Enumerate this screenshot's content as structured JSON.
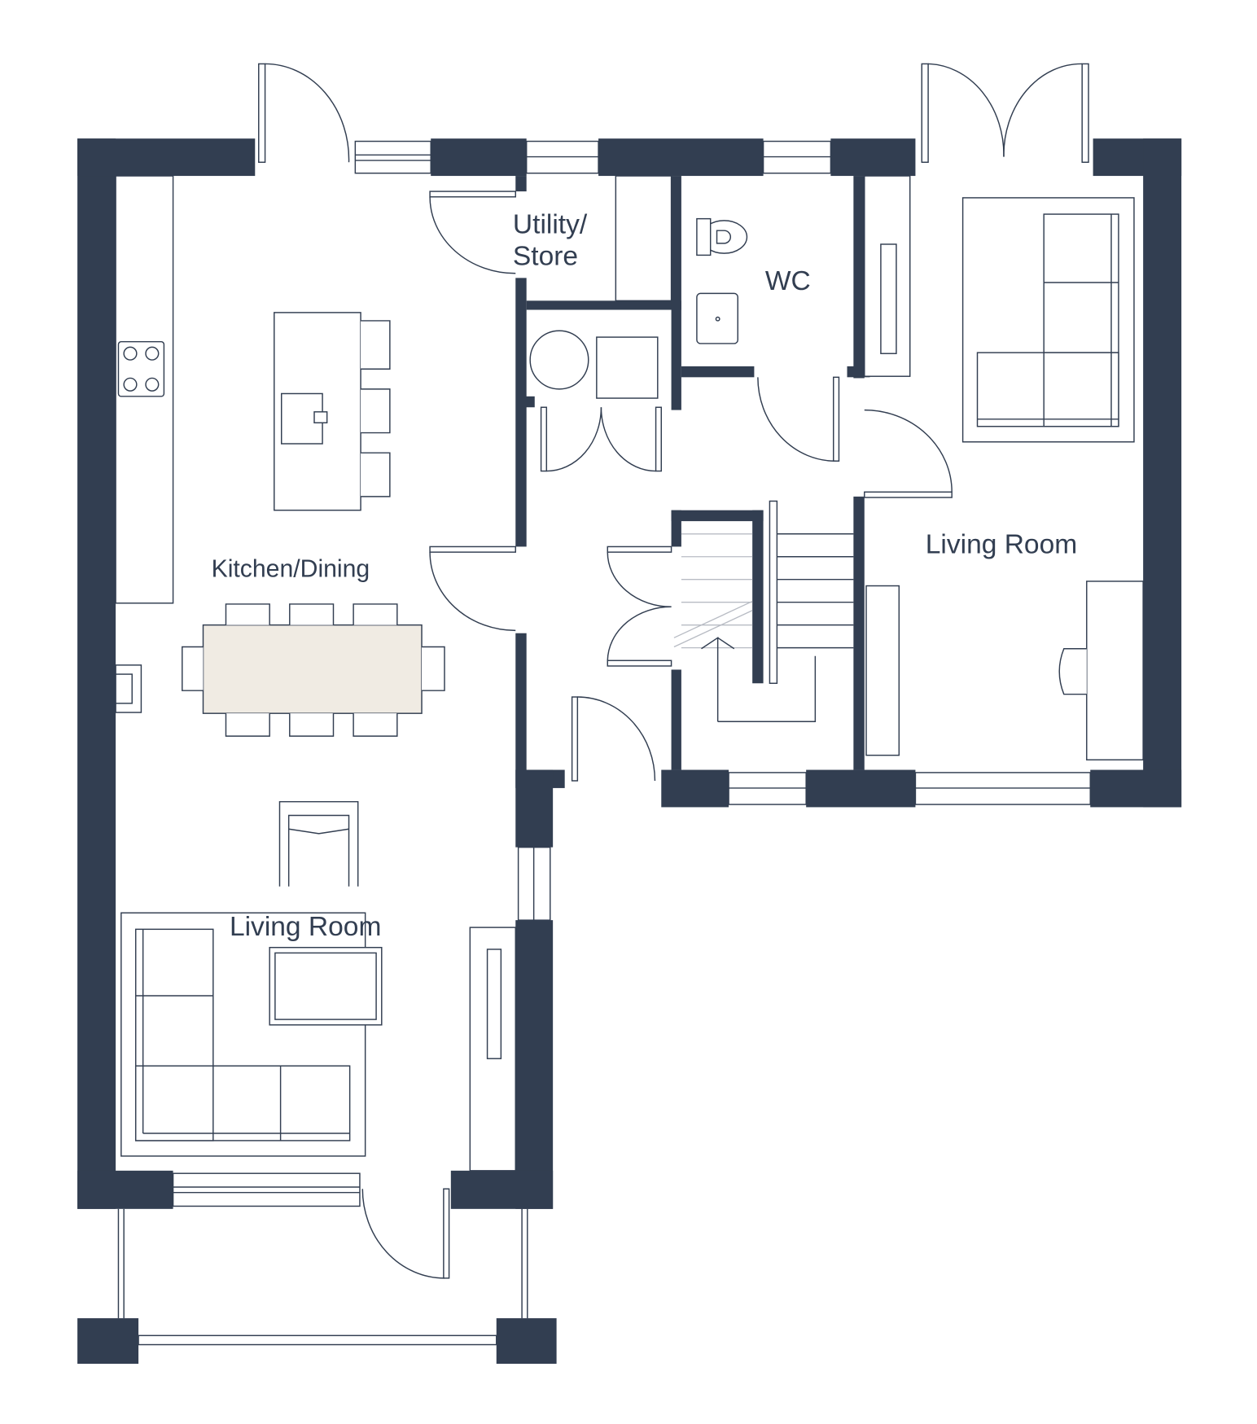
{
  "colors": {
    "wall": "#323e51",
    "table": "#f0ebe3",
    "background": "#ffffff"
  },
  "rooms": {
    "utility_line1": "Utility/",
    "utility_line2": "Store",
    "wc": "WC",
    "living_room_right": "Living Room",
    "kitchen_dining": "Kitchen/Dining",
    "living_room_left": "Living Room"
  }
}
